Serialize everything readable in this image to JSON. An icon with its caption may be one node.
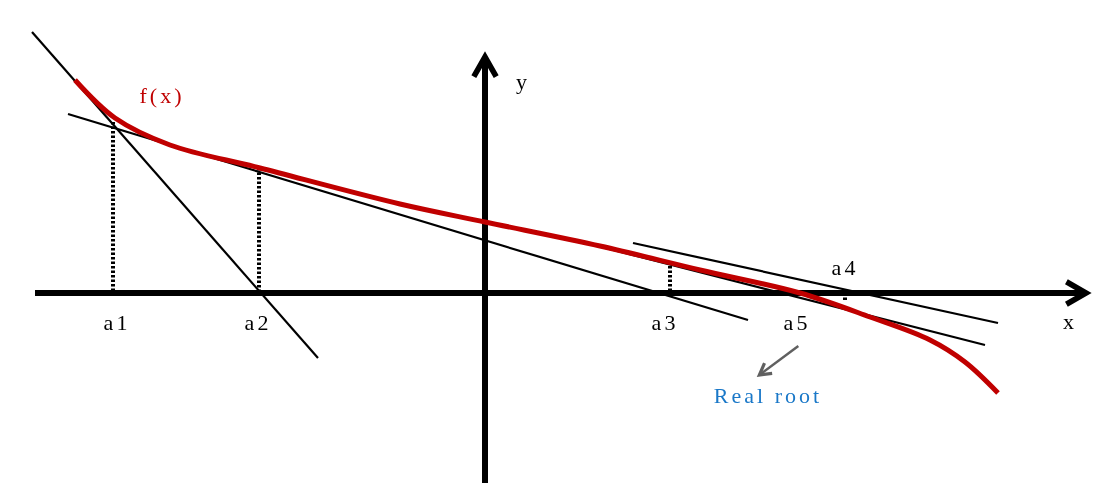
{
  "diagram": {
    "nodes": [
      {
        "text": [
          "Real root"
        ]
      },
      {
        "text": [
          "a5"
        ]
      }
    ],
    "edges": [
      {
        "from": 1,
        "to": 0,
        "arrow": "to",
        "color": "#606060"
      }
    ],
    "labels": [
      "f(x)",
      "y",
      "a4",
      "x",
      "a1",
      "a2",
      "a3"
    ]
  }
}
